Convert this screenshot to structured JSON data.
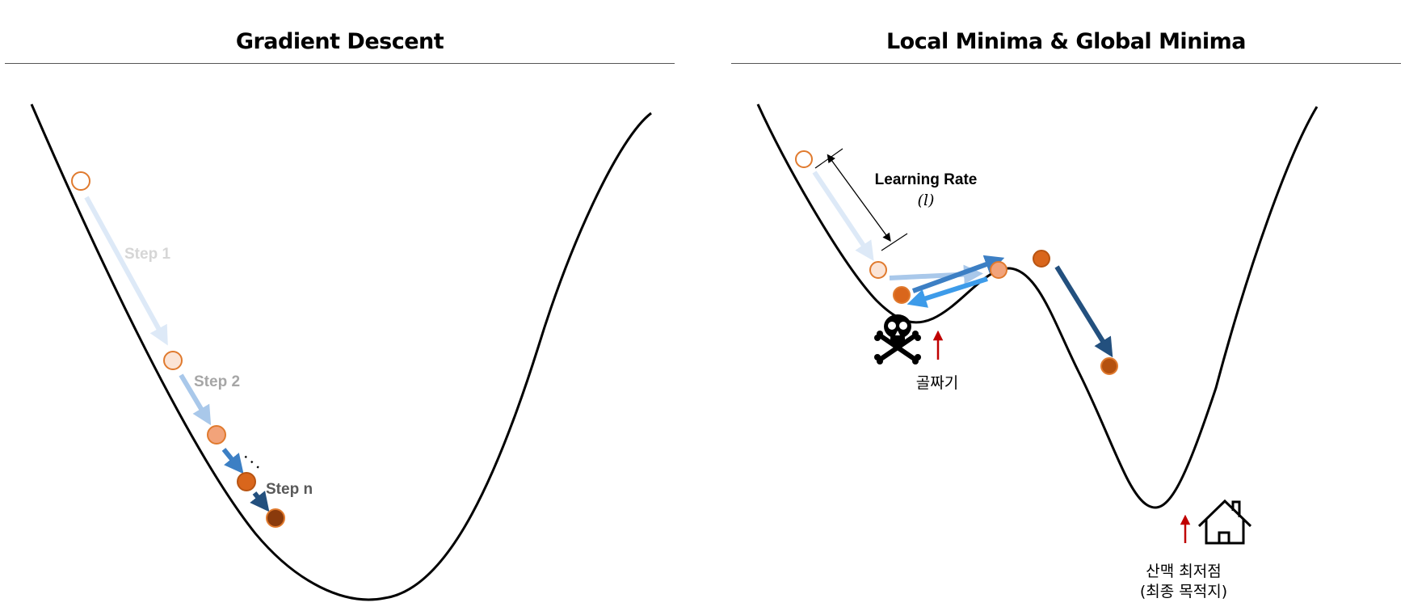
{
  "left_panel": {
    "title": "Gradient Descent",
    "labels": {
      "step1": "Step 1",
      "step2": "Step 2",
      "ellipsis": "· · ·",
      "stepn": "Step n"
    }
  },
  "right_panel": {
    "title": "Local Minima & Global Minima",
    "learning_rate_label": "Learning Rate",
    "learning_rate_symbol": "(l)",
    "local_minimum_label": "골짜기",
    "global_minimum_label_line1": "산맥 최저점",
    "global_minimum_label_line2": "(최종 목적지)",
    "icons": [
      "skull-crossbones-icon",
      "house-icon"
    ]
  },
  "colors": {
    "curve": "#000000",
    "ball_outline": "#e07a2e",
    "ball_light": "#f5c6a8",
    "ball_mid": "#f2a37a",
    "ball_orange": "#d9661c",
    "ball_dark": "#8a3a0c",
    "arrow_pale": "#dde9f7",
    "arrow_light": "#a9c8ea",
    "arrow_blue": "#3c7fc4",
    "arrow_dark": "#23507e",
    "arrow_bright": "#3d9be9",
    "minima_marker": "#c00000"
  }
}
